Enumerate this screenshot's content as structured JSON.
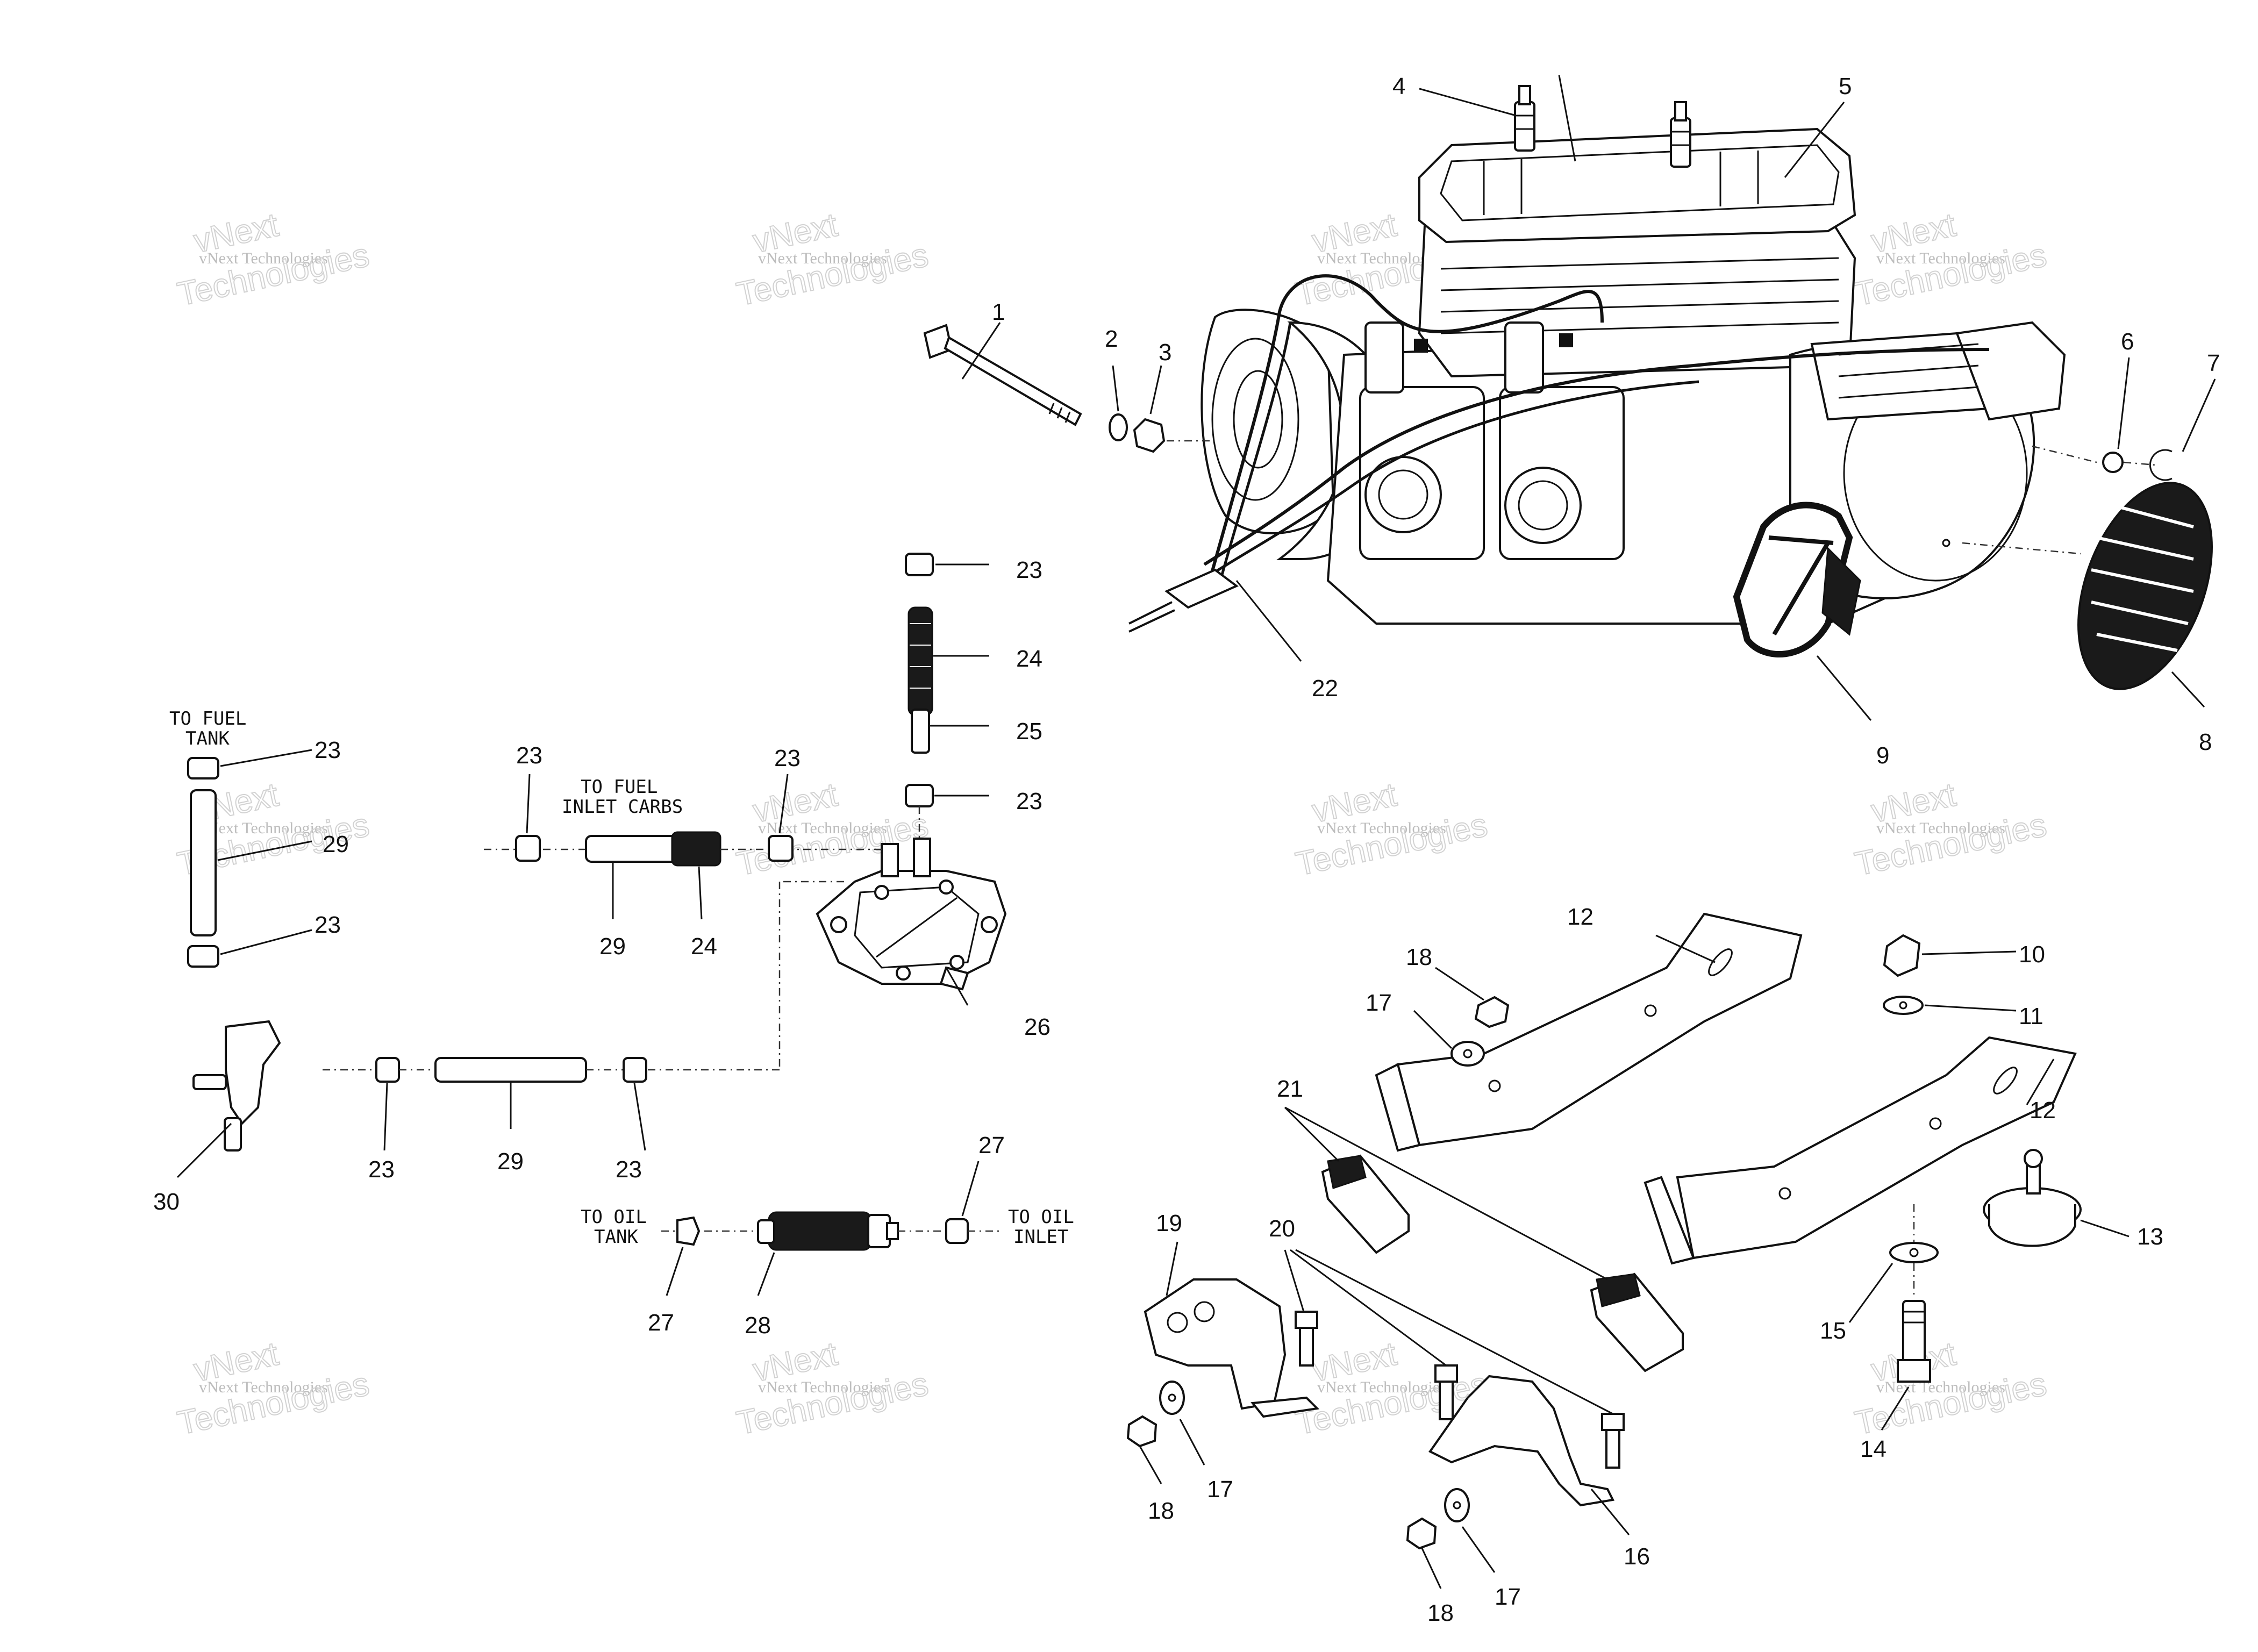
{
  "watermark": {
    "line1": "vNext Technologies",
    "line2": "vNext",
    "line3": "Technologies"
  },
  "notes": {
    "to_fuel_tank_1": "TO FUEL",
    "to_fuel_tank_2": "TANK",
    "to_fuel_inlet_1": "TO FUEL",
    "to_fuel_inlet_2": "INLET CARBS",
    "to_oil_tank_1": "TO OIL",
    "to_oil_tank_2": "TANK",
    "to_oil_inlet_1": "TO OIL",
    "to_oil_inlet_2": "INLET"
  },
  "callouts": {
    "c1": "1",
    "c2": "2",
    "c3": "3",
    "c4": "4",
    "c5": "5",
    "c6": "6",
    "c7": "7",
    "c8": "8",
    "c9": "9",
    "c10": "10",
    "c11": "11",
    "c12a": "12",
    "c12b": "12",
    "c13": "13",
    "c14": "14",
    "c15": "15",
    "c16": "16",
    "c17a": "17",
    "c17b": "17",
    "c17c": "17",
    "c18a": "18",
    "c18b": "18",
    "c18c": "18",
    "c19": "19",
    "c20": "20",
    "c21": "21",
    "c22": "22",
    "c23a": "23",
    "c23b": "23",
    "c23c": "23",
    "c23d": "23",
    "c23e": "23",
    "c23f": "23",
    "c23g": "23",
    "c23h": "23",
    "c24a": "24",
    "c24b": "24",
    "c25": "25",
    "c26": "26",
    "c27a": "27",
    "c27b": "27",
    "c28": "28",
    "c29a": "29",
    "c29b": "29",
    "c29c": "29",
    "c30": "30"
  }
}
